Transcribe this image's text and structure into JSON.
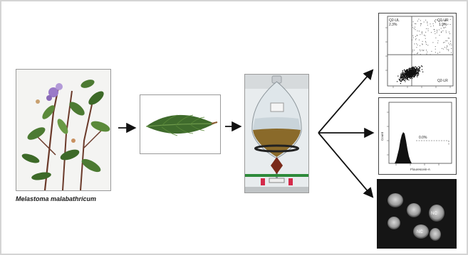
{
  "plant": {
    "caption": "Melastoma malabathricum"
  },
  "scatter_panel": {
    "quadrants": {
      "upper_left": {
        "name": "Q2-UL",
        "value": "2.3%"
      },
      "upper_right": {
        "name": "Q2-UR",
        "value": "1.9%"
      },
      "lower_right": {
        "name": "Q2-LR"
      }
    }
  },
  "histogram_panel": {
    "ylabel": "Count",
    "xlabel": "Flourescein-A",
    "gate_value": "0.0%"
  },
  "microscopy_panel": {
    "labels": [
      "NC",
      "NC"
    ]
  },
  "colors": {
    "arrow": "#111111",
    "panel_border": "#9a9a9a",
    "frame_border": "#d4d4d4",
    "leaf": "#3f6b2c",
    "extract": "#8a6a2a"
  }
}
